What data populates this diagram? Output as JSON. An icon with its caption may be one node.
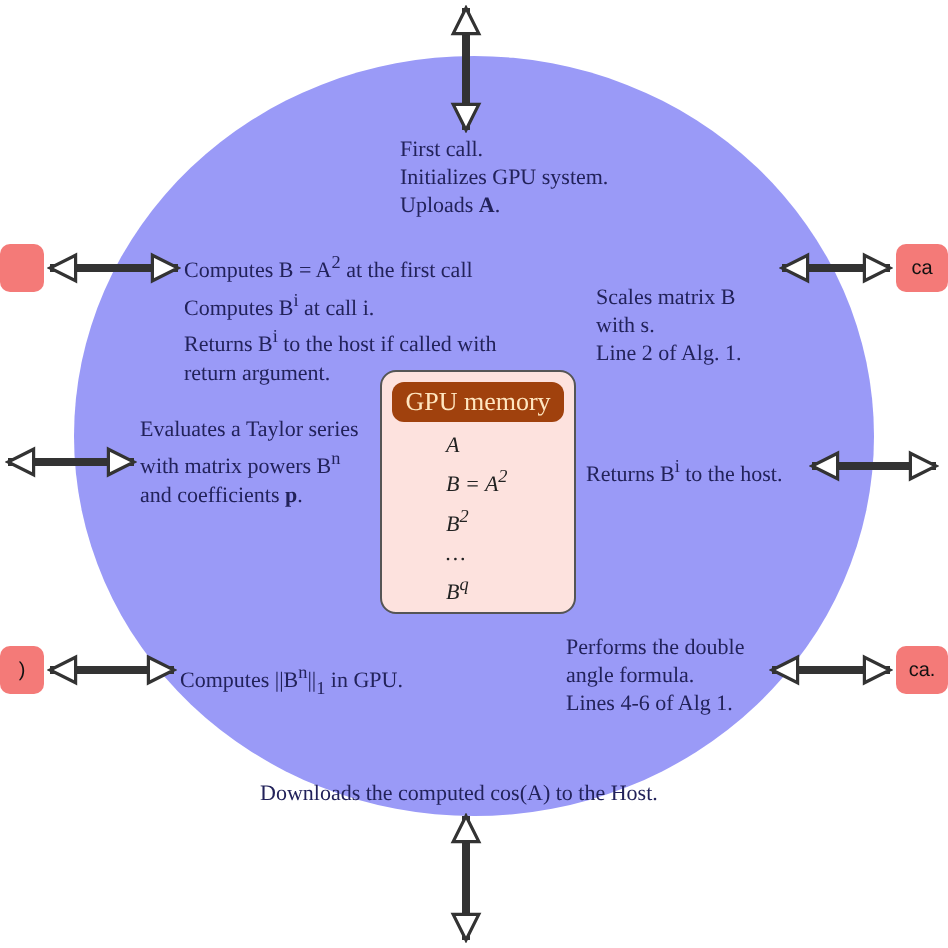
{
  "diagram": {
    "nodes": [
      {
        "text": [],
        "shape": "circle"
      },
      {
        "text": [
          "First call.",
          "Initializes GPU system.",
          "Uploads **A**."
        ],
        "in": 0
      },
      {
        "text": [
          "Computes B = A$^{2}$ at the first call",
          "Computes B$^{i}$ at call i.",
          "Returns B$^{i}$ to the host if called with return argument."
        ],
        "in": 0
      },
      {
        "text": [
          "Scales matrix B with s.",
          "Line 2 of Alg. 1."
        ],
        "in": 0
      },
      {
        "text": [
          "Evaluates a Taylor series with matrix powers B$^{n}$ and coefficients **p**."
        ],
        "in": 0
      },
      {
        "text": [
          "GPU memory",
          "A",
          "B = A$^{2}$",
          "B$^{2}$",
          "…",
          "B$^{q}$"
        ],
        "in": 0
      },
      {
        "text": [
          "Returns B$^{i}$ to the host."
        ],
        "in": 0
      },
      {
        "text": [
          "Computes ||B$^{n}$||$_{1}$ in GPU."
        ],
        "in": 0
      },
      {
        "text": [
          "Performs the double angle formula.",
          "Lines 4-6 of Alg 1."
        ],
        "in": 0
      },
      {
        "text": [
          "Downloads the computed cos(A) to the Host."
        ],
        "in": 0
      },
      {
        "text": [],
        "shape": "box"
      },
      {
        "text": [
          "ca"
        ]
      },
      {
        "text": [
          ")"
        ]
      },
      {
        "text": [
          "ca."
        ]
      }
    ],
    "edges": [
      {
        "from": null,
        "to": 1,
        "arrow": "both"
      },
      {
        "from": 10,
        "to": 2,
        "arrow": "both"
      },
      {
        "from": 3,
        "to": 11,
        "arrow": "both"
      },
      {
        "from": null,
        "to": 4,
        "arrow": "both"
      },
      {
        "from": 6,
        "to": null,
        "arrow": "both"
      },
      {
        "from": 12,
        "to": 7,
        "arrow": "both"
      },
      {
        "from": 8,
        "to": 13,
        "arrow": "both"
      },
      {
        "from": 9,
        "to": null,
        "arrow": "both"
      }
    ]
  }
}
